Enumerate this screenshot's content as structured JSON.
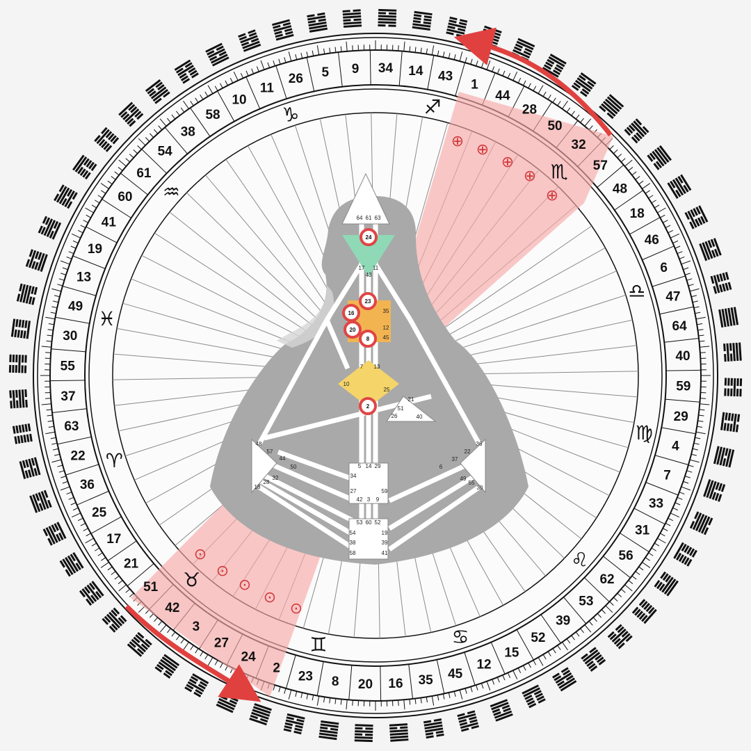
{
  "wheel": {
    "gates": [
      "41",
      "19",
      "13",
      "49",
      "30",
      "55",
      "37",
      "63",
      "22",
      "36",
      "25",
      "17",
      "21",
      "51",
      "42",
      "3",
      "27",
      "24",
      "2",
      "23",
      "8",
      "20",
      "16",
      "35",
      "45",
      "12",
      "15",
      "52",
      "39",
      "53",
      "62",
      "56",
      "31",
      "33",
      "7",
      "4",
      "29",
      "59",
      "40",
      "64",
      "47",
      "6",
      "46",
      "18",
      "48",
      "57",
      "32",
      "50",
      "28",
      "44",
      "1",
      "43",
      "14",
      "34",
      "9",
      "5",
      "26",
      "11",
      "10",
      "58",
      "38",
      "54",
      "61",
      "60"
    ],
    "zodiac": [
      {
        "name": "capricorn-sign",
        "glyph": "♑"
      },
      {
        "name": "sagittarius-sign",
        "glyph": "♐"
      },
      {
        "name": "scorpio-sign",
        "glyph": "♏"
      },
      {
        "name": "libra-sign",
        "glyph": "♎"
      },
      {
        "name": "virgo-sign",
        "glyph": "♍"
      },
      {
        "name": "leo-sign",
        "glyph": "♌"
      },
      {
        "name": "cancer-sign",
        "glyph": "♋"
      },
      {
        "name": "gemini-sign",
        "glyph": "♊"
      },
      {
        "name": "taurus-sign",
        "glyph": "♉"
      },
      {
        "name": "aries-sign",
        "glyph": "♈"
      },
      {
        "name": "pisces-sign",
        "glyph": "♓"
      },
      {
        "name": "aquarius-sign",
        "glyph": "♒"
      }
    ],
    "design_symbol": "⊕",
    "personality_symbol": "⊙",
    "highlight_color": "#f7a9a9",
    "arrow_color": "#e0413f"
  },
  "bodygraph": {
    "head_gates": [
      "64",
      "61",
      "63"
    ],
    "ajna_gates": [
      "17",
      "11",
      "43"
    ],
    "throat_gates": [
      "35",
      "12",
      "45"
    ],
    "g_gates": [
      "7",
      "13",
      "10",
      "25"
    ],
    "heart_gates": [
      "21",
      "51",
      "26",
      "40"
    ],
    "spleen_gates": [
      "48",
      "57",
      "44",
      "50",
      "32",
      "28",
      "18"
    ],
    "solar_gates": [
      "36",
      "22",
      "37",
      "6",
      "49",
      "55",
      "30"
    ],
    "sacral_gates": [
      "5",
      "14",
      "29",
      "34",
      "27",
      "59",
      "42",
      "3",
      "9"
    ],
    "root_gates": [
      "53",
      "60",
      "52",
      "54",
      "19",
      "38",
      "39",
      "58",
      "41"
    ],
    "activations": [
      "24",
      "23",
      "16",
      "20",
      "8",
      "2"
    ],
    "colors": {
      "ajna": "#8fd9b6",
      "throat": "#f2b451",
      "g": "#f5d469",
      "activation": "#e04545"
    }
  }
}
